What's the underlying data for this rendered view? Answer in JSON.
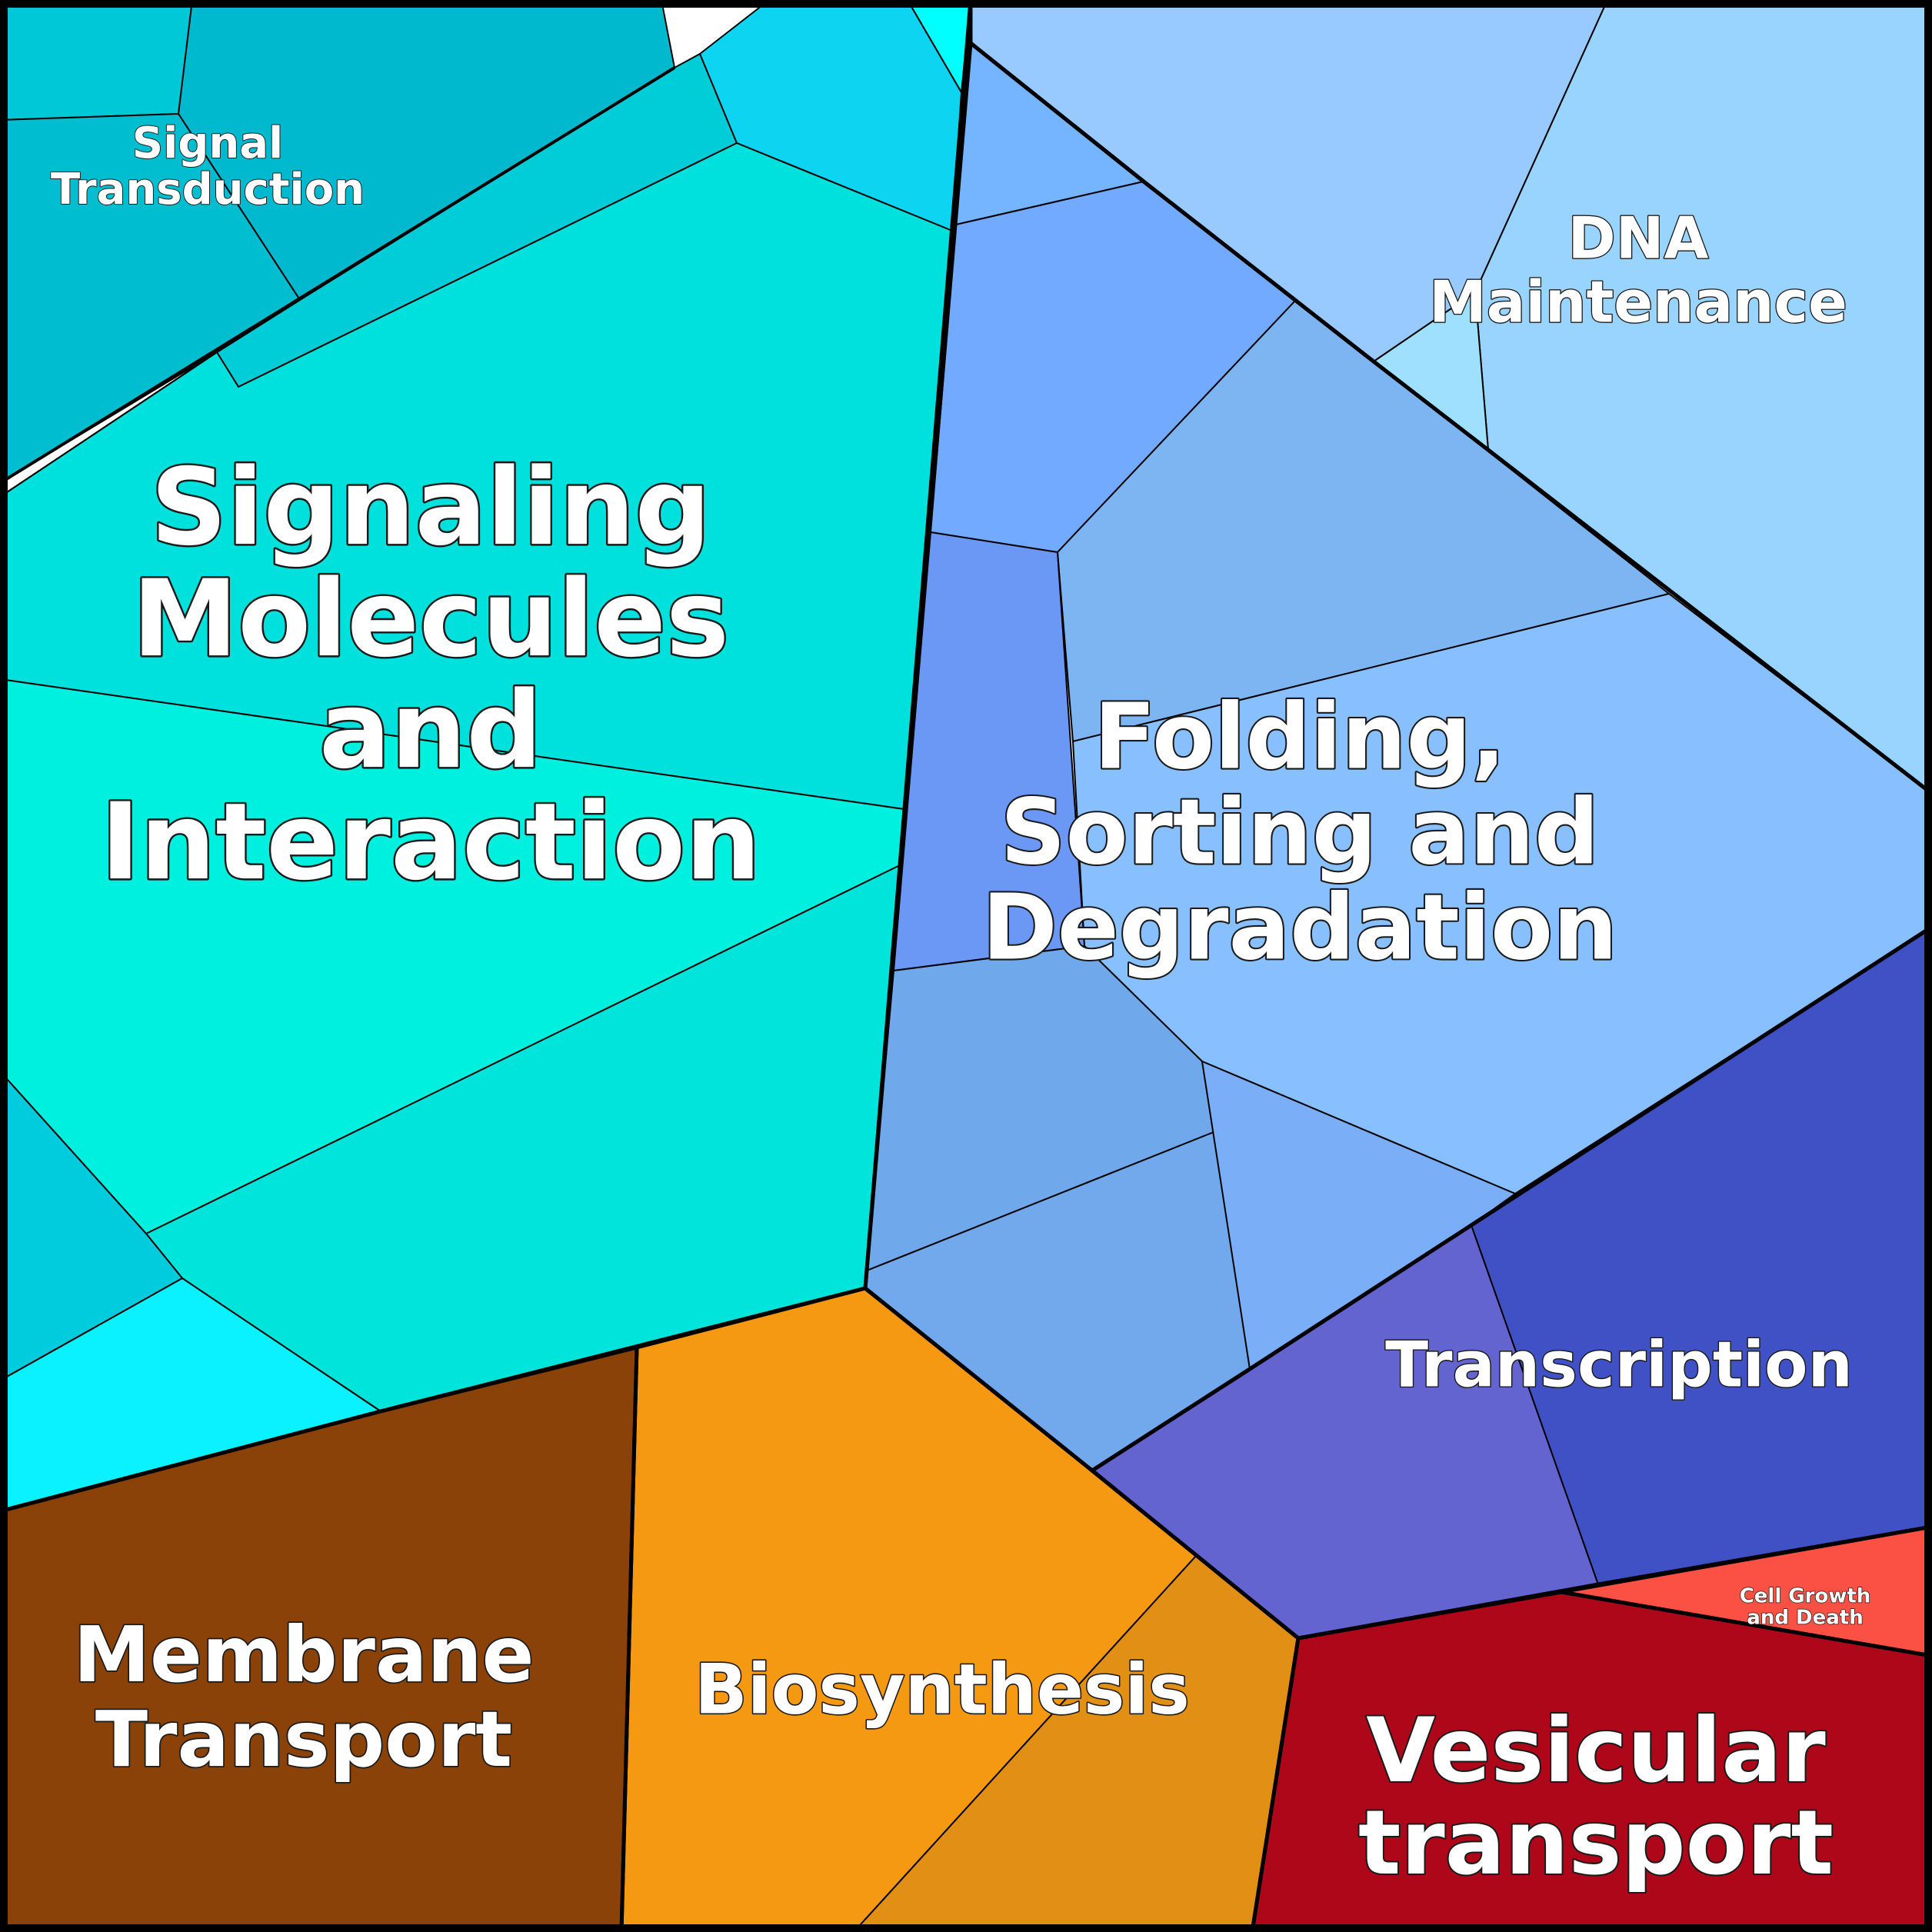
{
  "diagram": {
    "type": "voronoi-treemap",
    "groups": [
      {
        "id": "signaling",
        "label_lines": [
          "Signaling",
          "Molecules",
          "and",
          "Interaction"
        ],
        "color": "#00E0DC",
        "cells": [
          {
            "color": "#00C8D6"
          },
          {
            "color": "#00B9CE"
          },
          {
            "color": "#00CDD8"
          },
          {
            "color": "#0DD4F0"
          },
          {
            "color": "#00FFFF"
          },
          {
            "color": "#00BED0"
          },
          {
            "color": "#00E0DC"
          },
          {
            "color": "#00F0E0"
          },
          {
            "color": "#00E4DC"
          },
          {
            "color": "#00CCDD"
          },
          {
            "color": "#0AF2FF"
          }
        ]
      },
      {
        "id": "signal-transduction",
        "label_lines": [
          "Signal",
          "Transduction"
        ],
        "color": "#00B9CE"
      },
      {
        "id": "dna-maintenance",
        "label_lines": [
          "DNA",
          "Maintenance"
        ],
        "color": "#98D4FF",
        "cells": [
          {
            "color": "#99CAFF"
          },
          {
            "color": "#98D4FF"
          },
          {
            "color": "#A0E0FF"
          }
        ]
      },
      {
        "id": "folding",
        "label_lines": [
          "Folding,",
          "Sorting and",
          "Degradation"
        ],
        "color": "#88BFFF",
        "cells": [
          {
            "color": "#75B4FF"
          },
          {
            "color": "#72AAFF"
          },
          {
            "color": "#7CB5F2"
          },
          {
            "color": "#88BFFF"
          },
          {
            "color": "#6B97F5"
          },
          {
            "color": "#6FA9EC"
          },
          {
            "color": "#72A8EC"
          },
          {
            "color": "#7AAEF6"
          }
        ]
      },
      {
        "id": "transcription",
        "label_lines": [
          "Transcription"
        ],
        "color": "#4051C6",
        "cells": [
          {
            "color": "#6464D0"
          },
          {
            "color": "#4051C6"
          }
        ]
      },
      {
        "id": "cell-growth",
        "label_lines": [
          "Cell Growth",
          "and Death"
        ],
        "color": "#FB5145"
      },
      {
        "id": "vesicular",
        "label_lines": [
          "Vesicular",
          "transport"
        ],
        "color": "#AD0719"
      },
      {
        "id": "biosynthesis",
        "label_lines": [
          "Biosynthesis"
        ],
        "color": "#F69912",
        "cells": [
          {
            "color": "#F69912"
          },
          {
            "color": "#E29015"
          }
        ]
      },
      {
        "id": "membrane-transport",
        "label_lines": [
          "Membrane",
          "Transport"
        ],
        "color": "#8B4208"
      }
    ]
  }
}
